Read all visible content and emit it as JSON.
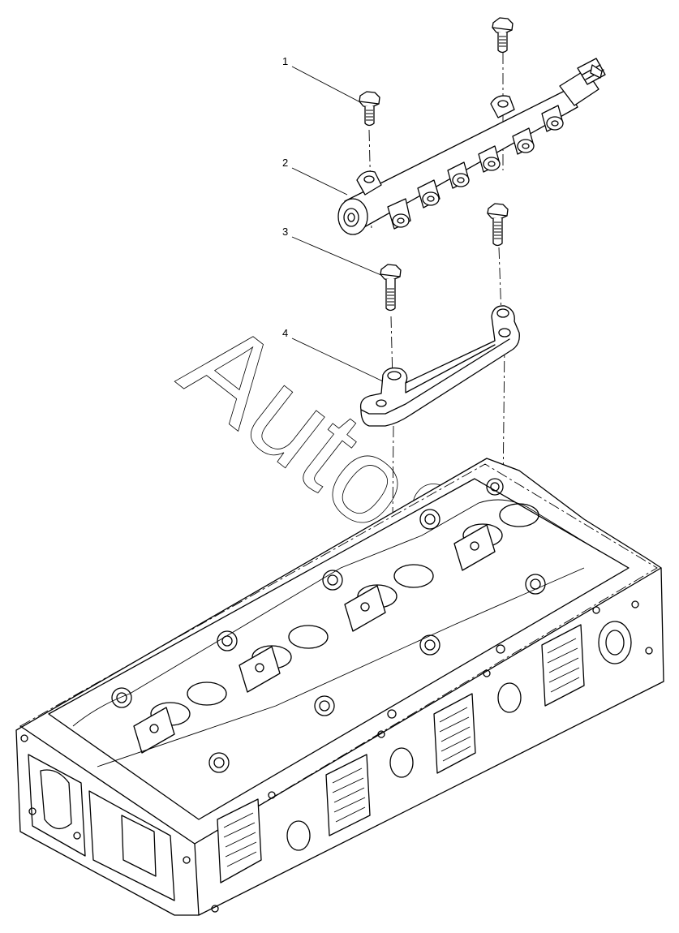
{
  "callouts": [
    {
      "id": "1",
      "label": "1"
    },
    {
      "id": "2",
      "label": "2"
    },
    {
      "id": "3",
      "label": "3"
    },
    {
      "id": "4",
      "label": "4"
    }
  ],
  "watermark": "AutoSoft"
}
